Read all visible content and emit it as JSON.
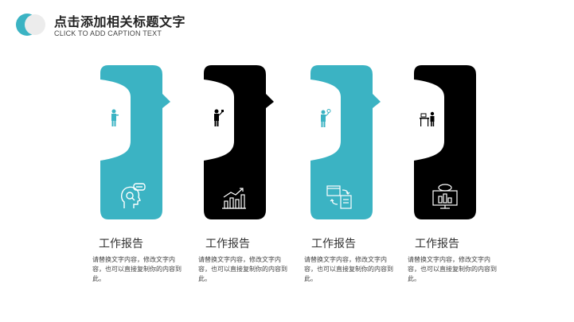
{
  "header": {
    "title": "点击添加相关标题文字",
    "subtitle": "CLICK TO ADD CAPTION TEXT"
  },
  "colors": {
    "teal": "#3bb3c3",
    "black": "#000000",
    "gray": "#e5e5e5"
  },
  "cards": [
    {
      "title": "工作报告",
      "desc": "请替换文字内容，修改文字内容，也可以直接复制你的内容到此。",
      "color": "teal",
      "top_icon": "person-icon",
      "bottom_icon": "thinking-head-icon"
    },
    {
      "title": "工作报告",
      "desc": "请替换文字内容，修改文字内容，也可以直接复制你的内容到此。",
      "color": "black",
      "top_icon": "presenter-icon",
      "bottom_icon": "bar-chart-icon"
    },
    {
      "title": "工作报告",
      "desc": "请替换文字内容，修改文字内容，也可以直接复制你的内容到此。",
      "color": "teal",
      "top_icon": "person-idea-icon",
      "bottom_icon": "document-transfer-icon"
    },
    {
      "title": "工作报告",
      "desc": "请替换文字内容，修改文字内容，也可以直接复制你的内容到此。",
      "color": "black",
      "top_icon": "desk-worker-icon",
      "bottom_icon": "monitor-chart-icon"
    }
  ]
}
